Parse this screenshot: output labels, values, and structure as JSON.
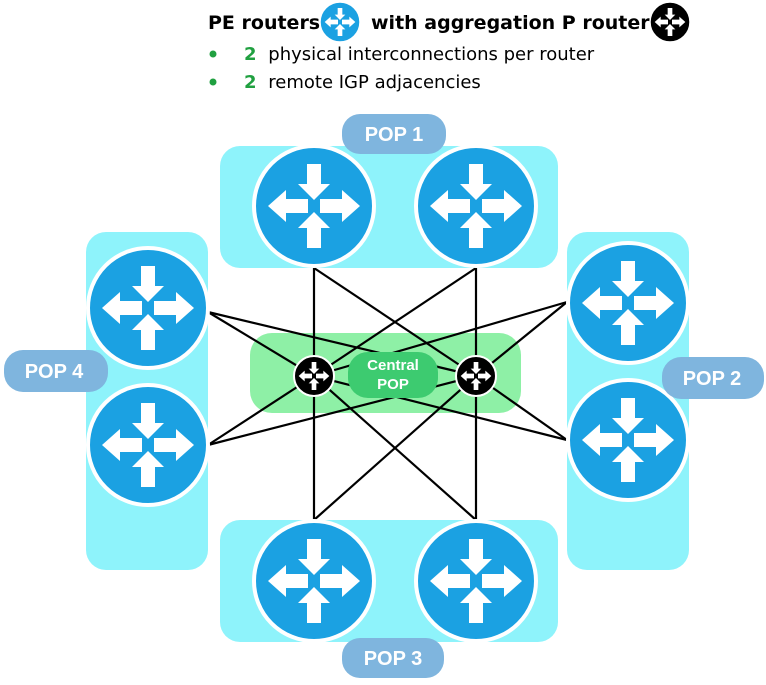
{
  "header": {
    "title_part1": "PE routers",
    "title_part2": "with aggregation P routers",
    "bullets": [
      {
        "number": "2",
        "text": "physical interconnections per router"
      },
      {
        "number": "2",
        "text": "remote IGP adjacencies"
      }
    ]
  },
  "pops": {
    "pop1": "POP 1",
    "pop2": "POP 2",
    "pop3": "POP 3",
    "pop4": "POP 4",
    "central_line1": "Central",
    "central_line2": "POP"
  },
  "colors": {
    "pop_area": "#8EF3FB",
    "pop_label_bg": "#7FB5DE",
    "central_area": "#8EF0A6",
    "central_label_bg": "#3DCB70",
    "pe_router": "#1BA1E2",
    "p_router": "#000000",
    "bullet_number": "#20A040",
    "links": "#000000"
  },
  "icons": {
    "pe_router": "pe-router-icon",
    "p_router": "p-router-icon"
  }
}
